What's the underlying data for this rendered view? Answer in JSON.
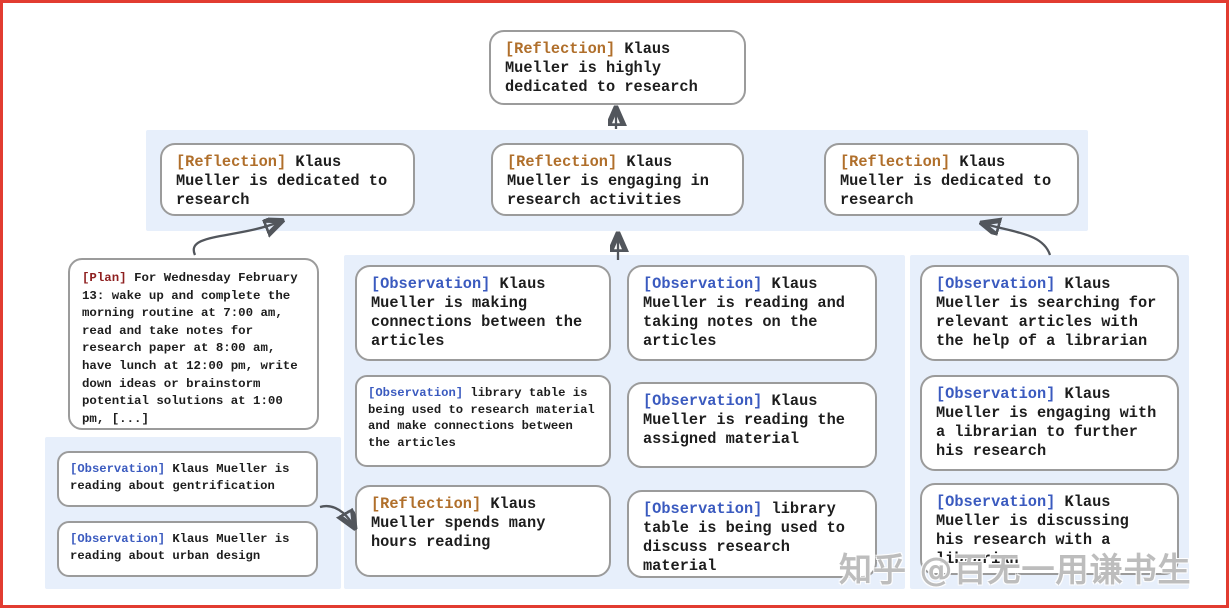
{
  "colors": {
    "reflection_tag": "#b06f2b",
    "observation_tag": "#3a5abf",
    "plan_tag": "#8e1f1f",
    "panel_bg": "#e7effb",
    "arrow": "#52565c",
    "border_red": "#e23c31"
  },
  "watermark": {
    "text": "知乎 @百无一用谦书生"
  },
  "nodes": {
    "root": {
      "tag": "[Reflection]",
      "text": "Klaus Mueller is highly dedicated to research"
    },
    "refl_left": {
      "tag": "[Reflection]",
      "text": "Klaus Mueller is dedicated to research"
    },
    "refl_mid": {
      "tag": "[Reflection]",
      "text": "Klaus Mueller is engaging in research activities"
    },
    "refl_right": {
      "tag": "[Reflection]",
      "text": "Klaus Mueller is dedicated to research"
    },
    "plan": {
      "tag": "[Plan]",
      "text": "For Wednesday February 13: wake up and complete the morning routine at 7:00 am, read and take notes for research paper at 8:00 am, have lunch at 12:00 pm, write down ideas or brainstorm potential solutions at 1:00 pm, [...]"
    },
    "obs_gentrification": {
      "tag": "[Observation]",
      "text": "Klaus Mueller is reading about gentrification"
    },
    "obs_urban": {
      "tag": "[Observation]",
      "text": "Klaus Mueller is reading about urban design"
    },
    "obs_connections": {
      "tag": "[Observation]",
      "text": "Klaus Mueller is making connections between the articles"
    },
    "obs_table_research": {
      "tag": "[Observation]",
      "text": "library table is being used to research material and make connections between the articles"
    },
    "refl_hours": {
      "tag": "[Reflection]",
      "text": "Klaus Mueller spends many hours reading"
    },
    "obs_notes": {
      "tag": "[Observation]",
      "text": "Klaus Mueller is reading and taking notes on the articles"
    },
    "obs_assigned": {
      "tag": "[Observation]",
      "text": "Klaus Mueller is reading the assigned material"
    },
    "obs_table_discuss": {
      "tag": "[Observation]",
      "text": "library table is being used to discuss research material"
    },
    "obs_searching": {
      "tag": "[Observation]",
      "text": "Klaus Mueller is searching for relevant articles with the help of a librarian"
    },
    "obs_engaging": {
      "tag": "[Observation]",
      "text": "Klaus Mueller is engaging with a librarian to further his research"
    },
    "obs_discussing": {
      "tag": "[Observation]",
      "text": "Klaus Mueller is discussing his research with a librarian"
    }
  }
}
